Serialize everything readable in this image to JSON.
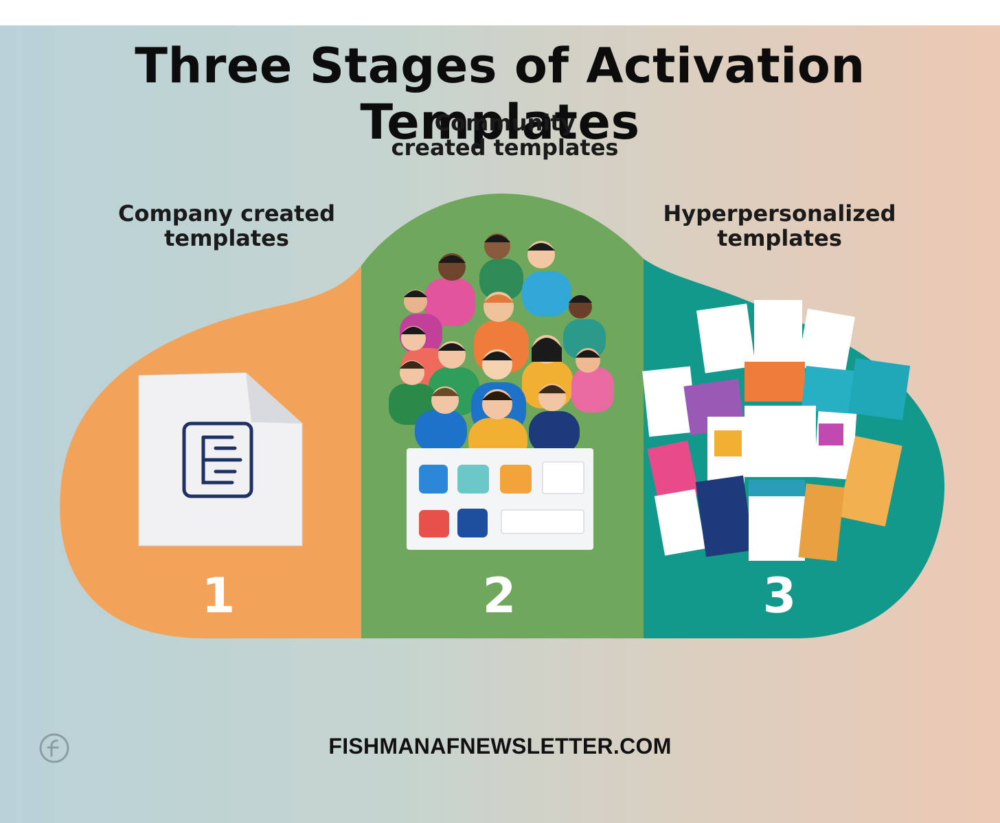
{
  "title": "Three Stages of Activation Templates",
  "stages": [
    {
      "label": "Company created templates",
      "number": "1",
      "color": "#f3a25a"
    },
    {
      "label": "Community created templates",
      "number": "2",
      "color": "#6fa85d"
    },
    {
      "label": "Hyperpersonalized templates",
      "number": "3",
      "color": "#12998c"
    }
  ],
  "footer": "FISHMANAFNEWSLETTER.COM",
  "icons": {
    "stage1": "document-icon",
    "stage2": "people-group-icon",
    "stage3": "template-collage-icon",
    "logo": "newsletter-logo-icon"
  }
}
